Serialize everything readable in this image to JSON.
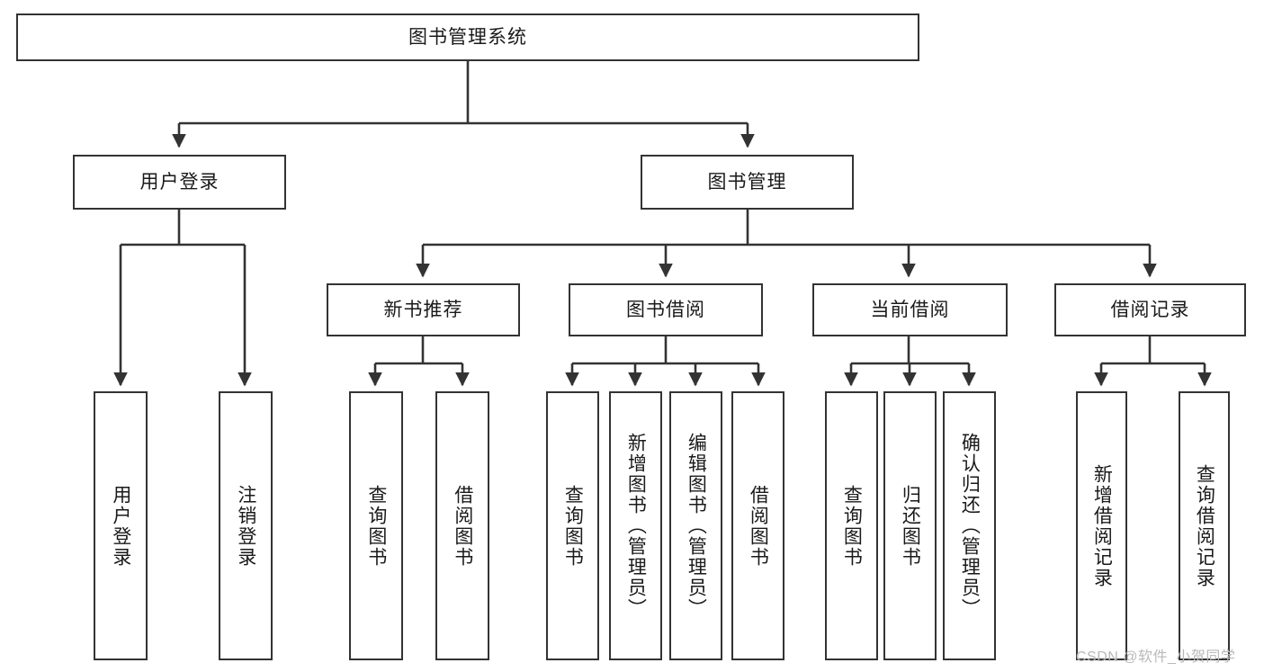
{
  "diagram": {
    "title": "图书管理系统",
    "type": "tree-hierarchy",
    "orientation": "top-down",
    "colors": {
      "box_border": "#333333",
      "box_fill": "#ffffff",
      "edge": "#333333",
      "text": "#1a1a1a",
      "watermark": "#b9b9b9",
      "background": "#ffffff"
    },
    "root": {
      "label": "图书管理系统"
    },
    "level2": [
      {
        "label": "用户登录"
      },
      {
        "label": "图书管理"
      }
    ],
    "level3": [
      {
        "label": "新书推荐"
      },
      {
        "label": "图书借阅"
      },
      {
        "label": "当前借阅"
      },
      {
        "label": "借阅记录"
      }
    ],
    "leaves": {
      "user_login": [
        {
          "label": "用户登录"
        },
        {
          "label": "注销登录"
        }
      ],
      "new_book_recommend": [
        {
          "label": "查询图书"
        },
        {
          "label": "借阅图书"
        }
      ],
      "book_borrow": [
        {
          "label": "查询图书"
        },
        {
          "label": "新增图书（管理员）"
        },
        {
          "label": "编辑图书（管理员）"
        },
        {
          "label": "借阅图书"
        }
      ],
      "current_borrow": [
        {
          "label": "查询图书"
        },
        {
          "label": "归还图书"
        },
        {
          "label": "确认归还（管理员）"
        }
      ],
      "borrow_record": [
        {
          "label": "新增借阅记录"
        },
        {
          "label": "查询借阅记录"
        }
      ]
    }
  },
  "watermark": {
    "text": "CSDN @软件_小贺同学"
  }
}
